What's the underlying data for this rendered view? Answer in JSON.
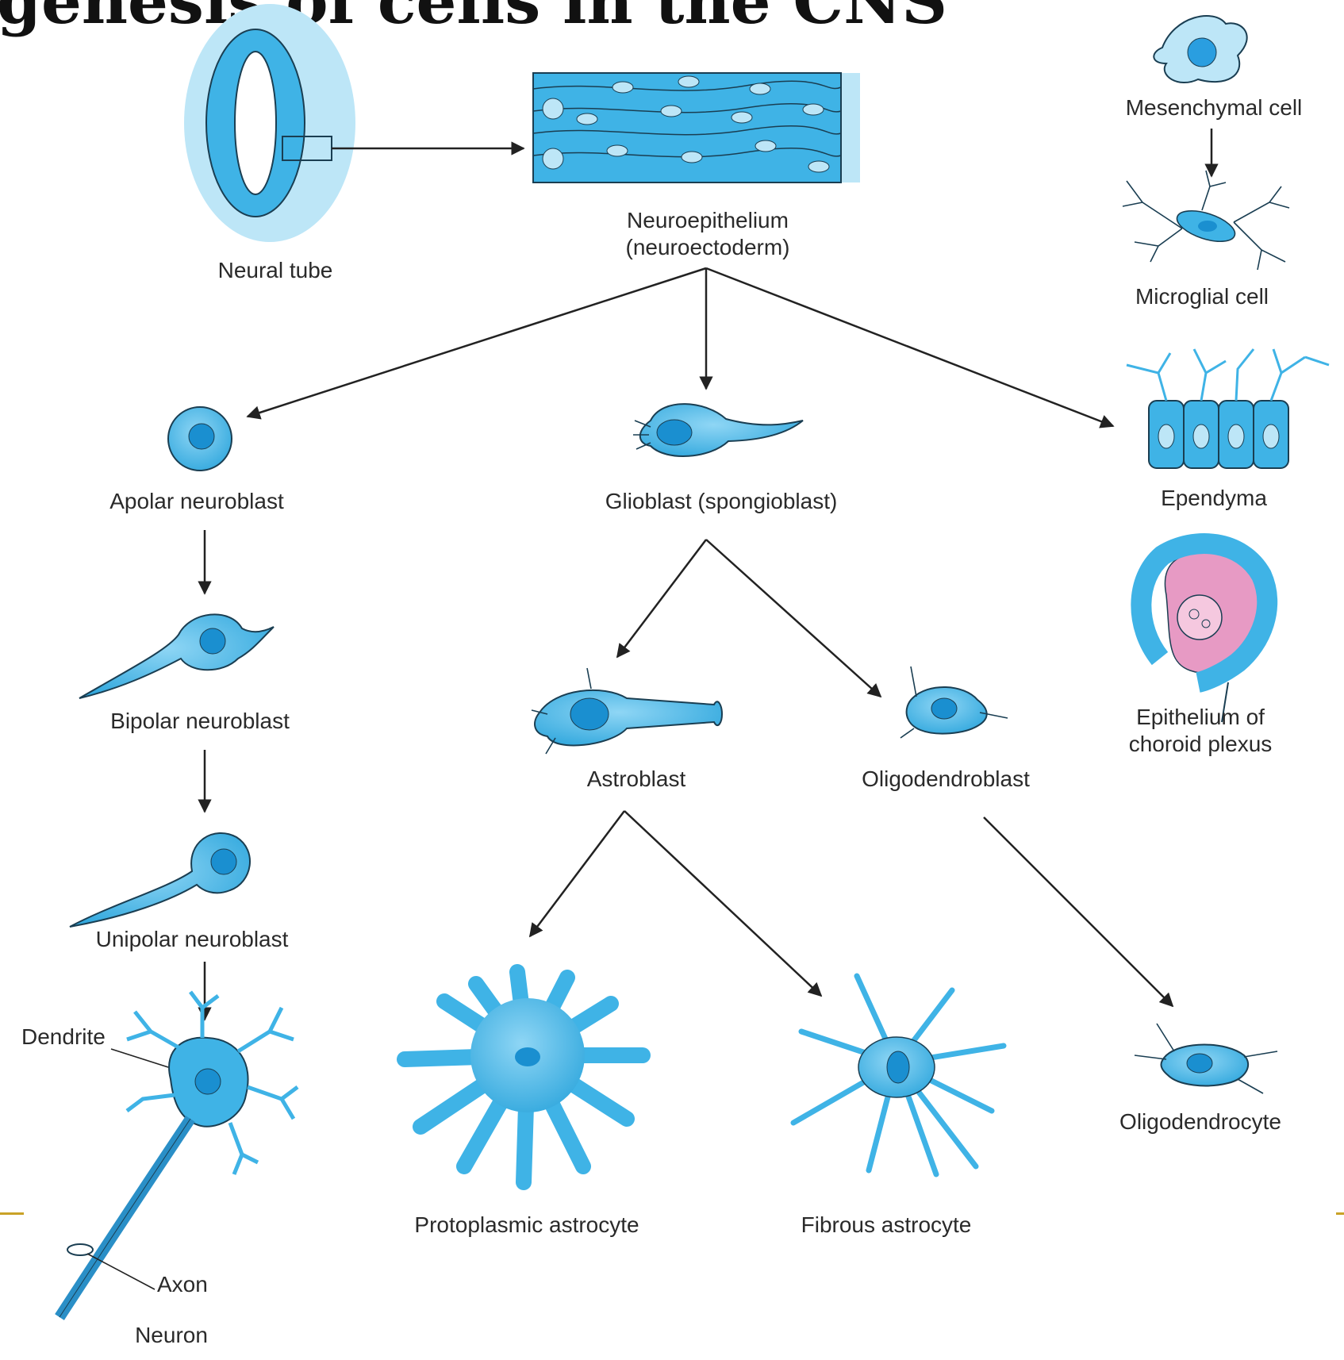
{
  "title": "genesis of cells in the CNS",
  "labels": {
    "neural_tube": "Neural tube",
    "neuroepithelium_1": "Neuroepithelium",
    "neuroepithelium_2": "(neuroectoderm)",
    "mesenchymal_cell": "Mesenchymal cell",
    "microglial_cell": "Microglial cell",
    "apolar_neuroblast": "Apolar neuroblast",
    "glioblast": "Glioblast (spongioblast)",
    "ependyma": "Ependyma",
    "bipolar_neuroblast": "Bipolar neuroblast",
    "astroblast": "Astroblast",
    "oligodendroblast": "Oligodendroblast",
    "choroid_1": "Epithelium of",
    "choroid_2": "choroid plexus",
    "unipolar_neuroblast": "Unipolar neuroblast",
    "dendrite": "Dendrite",
    "protoplasmic_astrocyte": "Protoplasmic astrocyte",
    "fibrous_astrocyte": "Fibrous astrocyte",
    "oligodendrocyte": "Oligodendrocyte",
    "axon": "Axon",
    "neuron": "Neuron"
  },
  "colors": {
    "cell_fill": "#3fb3e6",
    "cell_light": "#bde6f7",
    "cell_outline": "#1a3e52",
    "nucleus": "#1a8fd0",
    "choroid_pink": "#e79ac4",
    "accent_rule": "#c9a227",
    "arrow": "#222222"
  }
}
